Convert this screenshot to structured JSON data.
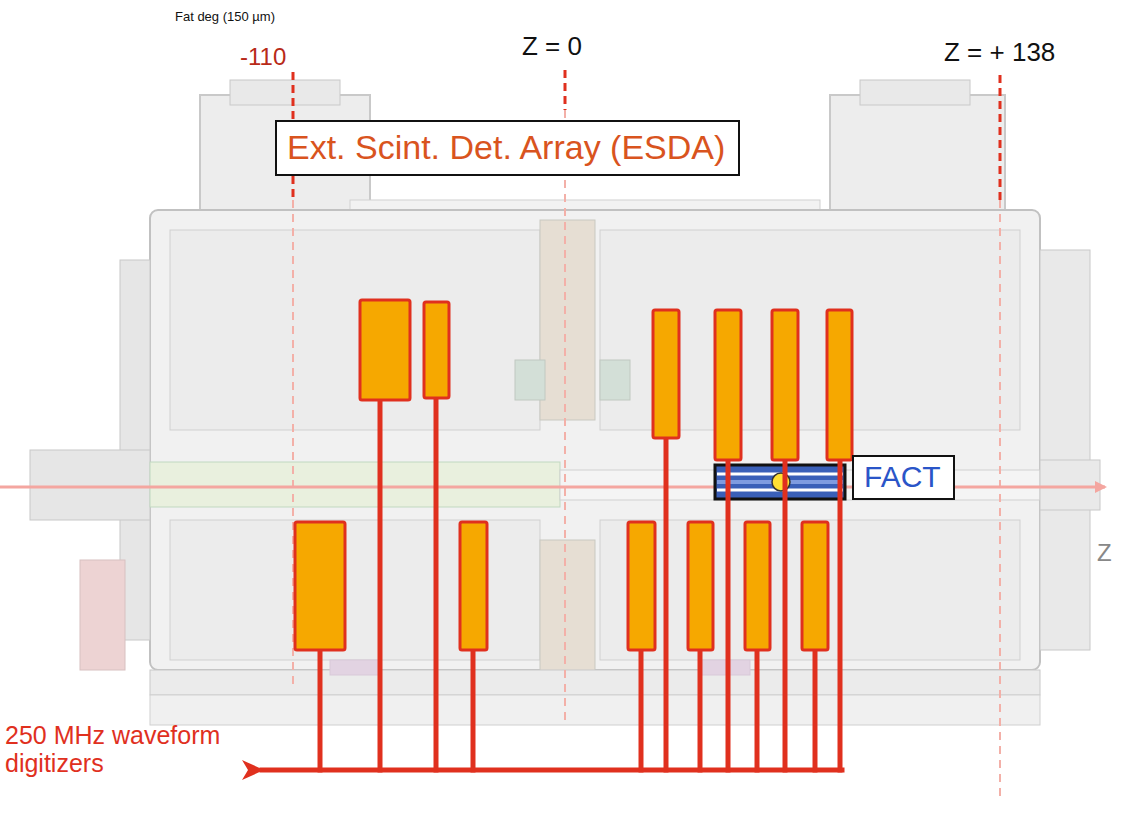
{
  "diagram": {
    "nodes": [
      {
        "text": [
          "Ext. Scint. Det. Array (ESDA)"
        ]
      },
      {
        "text": [
          "FACT"
        ]
      }
    ],
    "labels": [
      "Fat deg (150 µm)",
      "-110",
      "Z = 0",
      "Z = + 138",
      "Z",
      "250 MHz waveform digitizers"
    ]
  }
}
